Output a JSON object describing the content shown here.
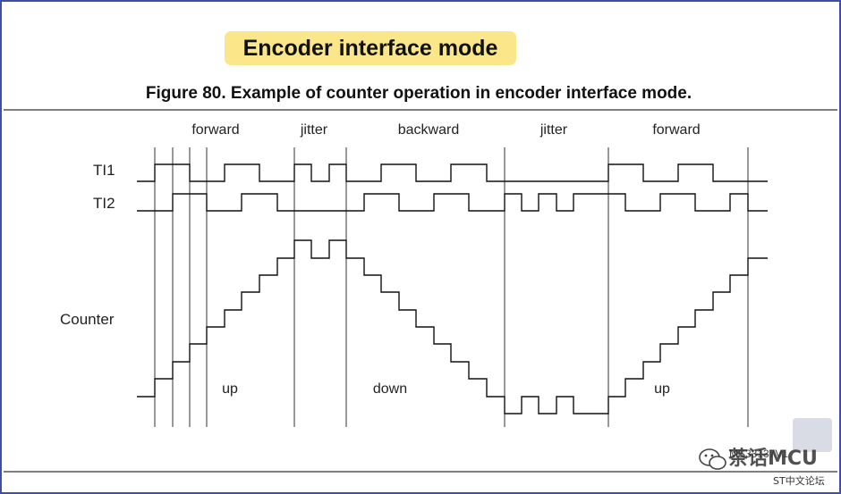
{
  "heading": "Encoder interface mode",
  "figure_title": "Figure 80. Example of counter operation in encoder interface mode.",
  "phases": [
    "forward",
    "jitter",
    "backward",
    "jitter",
    "forward"
  ],
  "signals": {
    "ti1": "TI1",
    "ti2": "TI2",
    "counter": "Counter"
  },
  "directions": [
    "up",
    "down",
    "up"
  ],
  "figure_id": "MS33137V1",
  "watermark": {
    "name": "茶话MCU",
    "sub": "ST中文论坛"
  },
  "colors": {
    "frame": "#3f4fa6",
    "heading_bg": "#fbe78a"
  }
}
